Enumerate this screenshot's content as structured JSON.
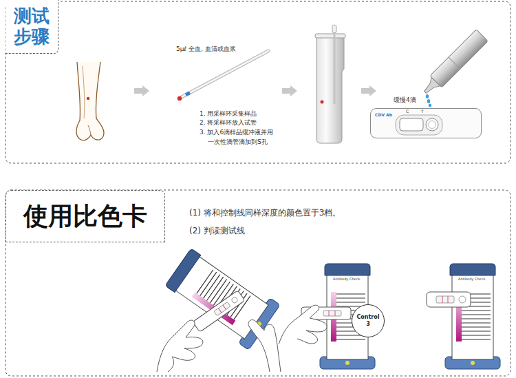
{
  "diagram": {
    "nodes": [
      {
        "text": [
          "测试 步骤"
        ]
      },
      {
        "text": [
          "CDV Ab",
          "C",
          "T"
        ]
      },
      {
        "text": [
          "使用比色卡"
        ]
      },
      {
        "text": [
          "Control 3"
        ]
      }
    ],
    "labels": [
      "5μℓ 全血, 血清或血浆",
      "1. 用采样环采集样品",
      "2. 将采样环放入试管",
      "3. 加入6滴样品缓冲液并用 一次性滴管滴加到S孔",
      "缓慢4滴",
      "(1) 将和控制线同样深度的颜色置于3档。",
      "(2) 判读测试线",
      "Antibody Check",
      "Antibody Check"
    ]
  }
}
